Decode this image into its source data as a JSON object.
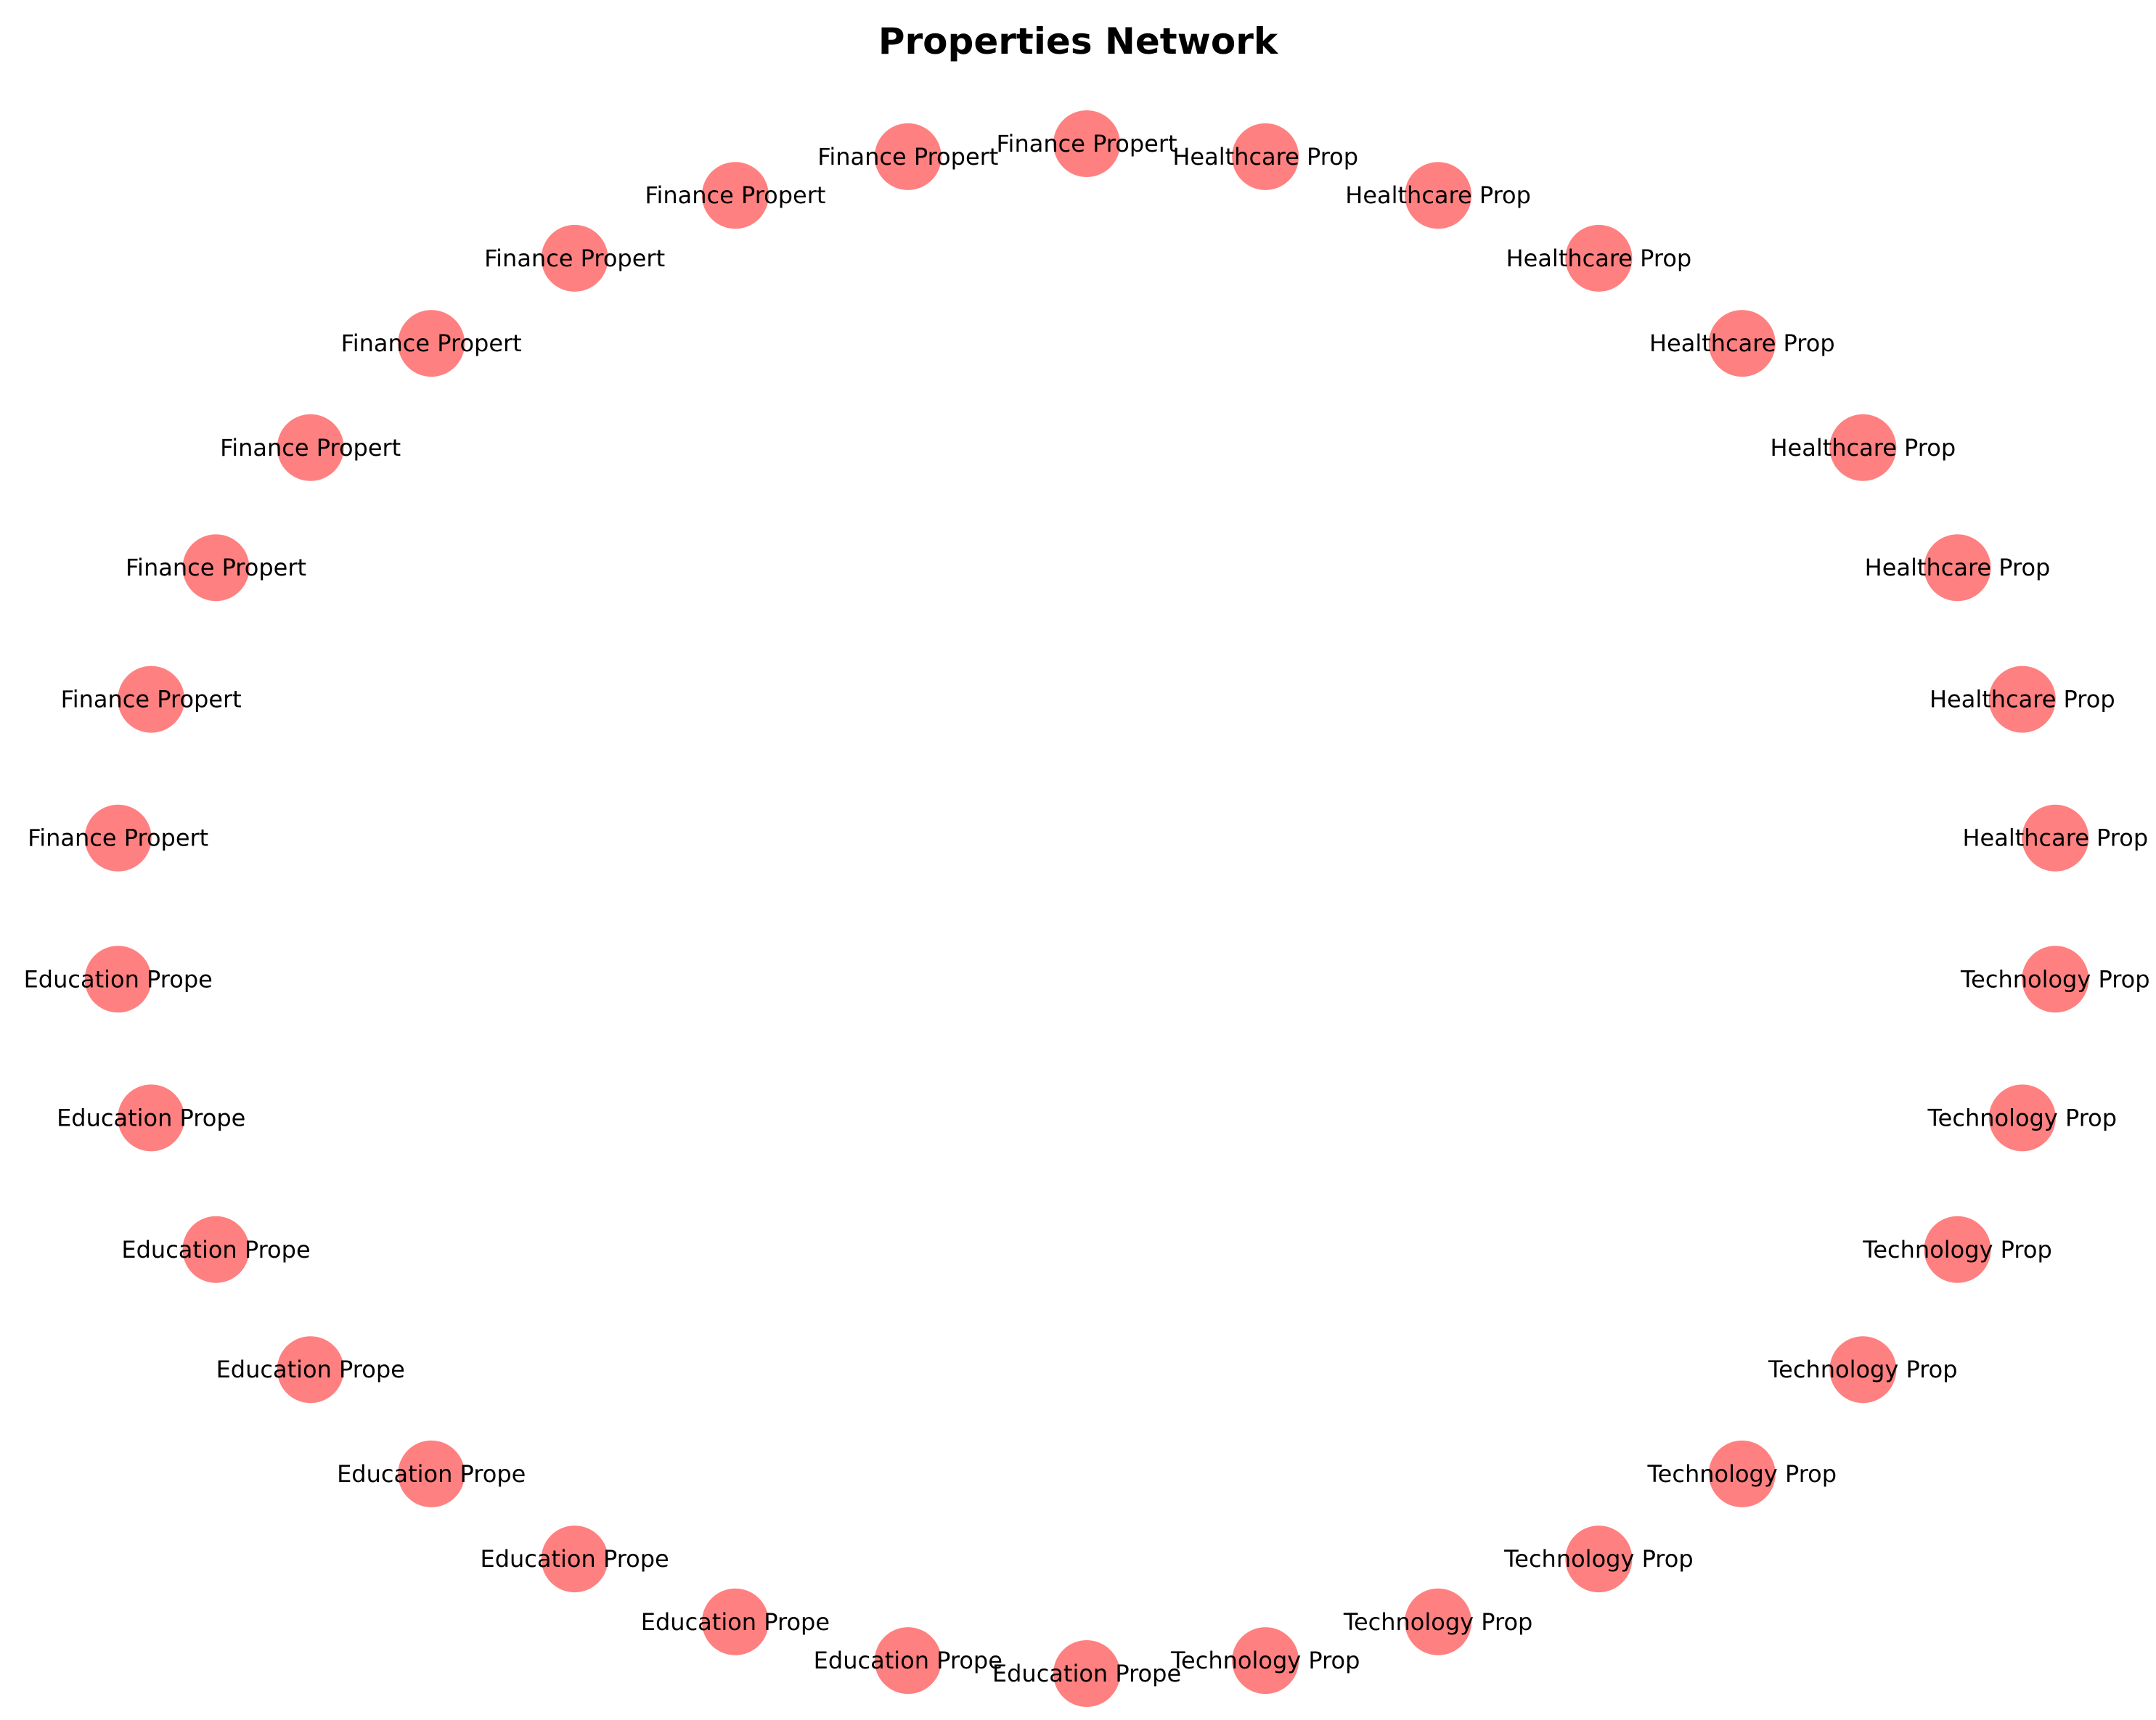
{
  "title": "Properties Network",
  "node_color": "#ff8080",
  "node_labels": [
    "Finance Propert",
    "Healthcare Prop",
    "Healthcare Prop",
    "Healthcare Prop",
    "Healthcare Prop",
    "Healthcare Prop",
    "Healthcare Prop",
    "Healthcare Prop",
    "Healthcare Prop",
    "Technology Prop",
    "Technology Prop",
    "Technology Prop",
    "Technology Prop",
    "Technology Prop",
    "Technology Prop",
    "Technology Prop",
    "Technology Prop",
    "Education Prope",
    "Education Prope",
    "Education Prope",
    "Education Prope",
    "Education Prope",
    "Education Prope",
    "Education Prope",
    "Education Prope",
    "Education Prope",
    "Finance Propert",
    "Finance Propert",
    "Finance Propert",
    "Finance Propert",
    "Finance Propert",
    "Finance Propert",
    "Finance Propert",
    "Finance Propert"
  ]
}
